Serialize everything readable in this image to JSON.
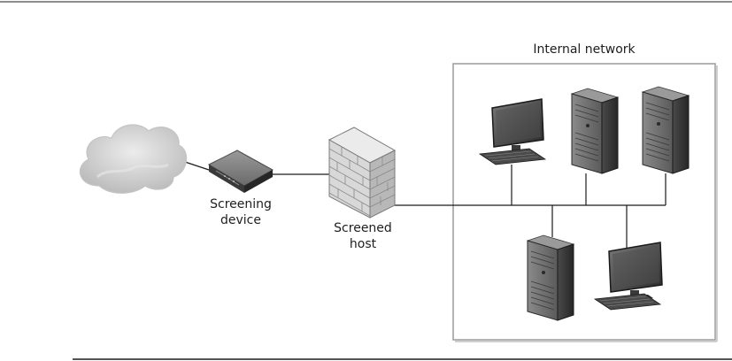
{
  "diagram": {
    "internal_network": {
      "label": "Internal network"
    },
    "screening_device": {
      "label_line1": "Screening",
      "label_line2": "device"
    },
    "screened_host": {
      "label_line1": "Screened",
      "label_line2": "host"
    },
    "colors": {
      "frame_line": "#9a9a9a",
      "connection_line": "#1a1a1a",
      "tower_body": "#3a3a3a",
      "tower_front": "#6a6a6a",
      "firewall_brick": "#d8d8d8",
      "cloud_fill": "#d6d6d6"
    },
    "icons": {
      "cloud": "internet-cloud-icon",
      "router": "router-icon",
      "firewall": "brick-wall-firewall-icon",
      "workstation": "desktop-monitor-icon",
      "server": "tower-server-icon"
    }
  }
}
